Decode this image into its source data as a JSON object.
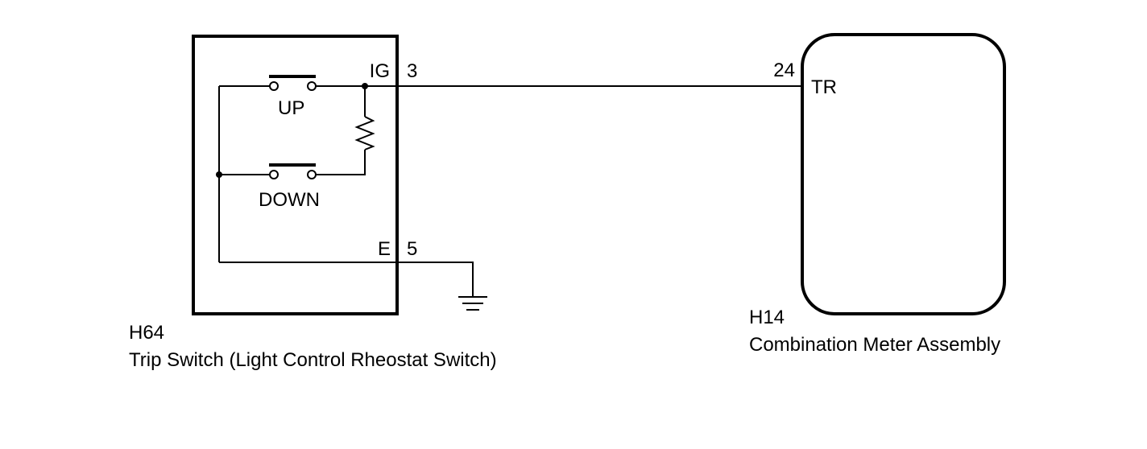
{
  "switch_component": {
    "connector": "H64",
    "name": "Trip Switch (Light Control Rheostat Switch)",
    "pins": [
      {
        "terminal": "IG",
        "number": "3"
      },
      {
        "terminal": "E",
        "number": "5"
      }
    ],
    "switches": [
      {
        "label": "UP"
      },
      {
        "label": "DOWN"
      }
    ]
  },
  "meter_component": {
    "connector": "H14",
    "name": "Combination Meter Assembly",
    "pin": {
      "terminal": "TR",
      "number": "24"
    }
  }
}
